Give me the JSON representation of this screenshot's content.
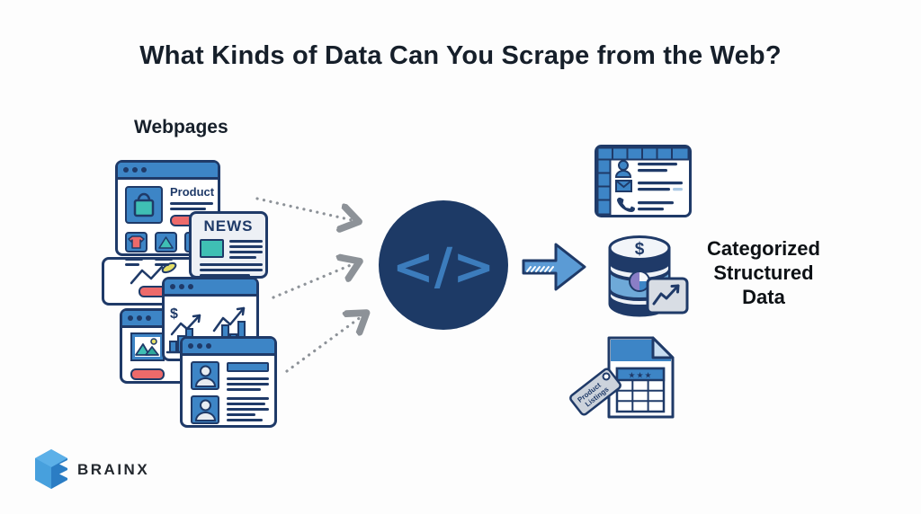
{
  "title": "What Kinds of Data Can You Scrape from the Web?",
  "webpages": {
    "label": "Webpages",
    "product": {
      "title": "Product"
    },
    "news": {
      "title": "NEWS"
    },
    "charts": {
      "dollar": "$"
    }
  },
  "scraper": {
    "code_symbol": "</>"
  },
  "output": {
    "heading_line1": "Categorized",
    "heading_line2": "Structured",
    "heading_line3": "Data",
    "database": {
      "dollar": "$"
    },
    "document": {
      "stars": "★★★",
      "tag_line1": "Product",
      "tag_line2": "Listings"
    }
  },
  "brand": {
    "name": "BRAINX"
  },
  "icons": {
    "code-icon": "</>",
    "right-arrow-icon": "➜",
    "dotted-arrow-icon": "⇢",
    "shopping-bag-icon": "bag",
    "tshirt-icon": "shirt",
    "image-triangle-icon": "triangle",
    "sketch-pen-icon": "pen",
    "bar-chart-icon": "bars",
    "trend-arrow-icon": "↗",
    "photo-mountains-icon": "mountains",
    "sun-icon": "sun",
    "user-avatar-icon": "person",
    "contact-person-icon": "person",
    "email-icon": "envelope",
    "phone-icon": "handset",
    "database-icon": "cylinder",
    "pie-chart-icon": "pie",
    "document-icon": "page",
    "price-tag-icon": "tag",
    "browser-dot-icon": "dot",
    "brainx-logo-icon": "cube-b"
  },
  "colors": {
    "navy": "#1f3a68",
    "blue": "#3d85c6",
    "light_blue": "#5b9bd5",
    "teal": "#3fbfb4",
    "red": "#ed6a6a",
    "yellow": "#e5df67",
    "circle_navy": "#1d3a66",
    "code_blue": "#3c7cbc",
    "arrow_gray": "#8d9298",
    "ink": "#161f2a",
    "tag_gray": "#ccd3dc",
    "panel_gray": "#edf0f5"
  }
}
